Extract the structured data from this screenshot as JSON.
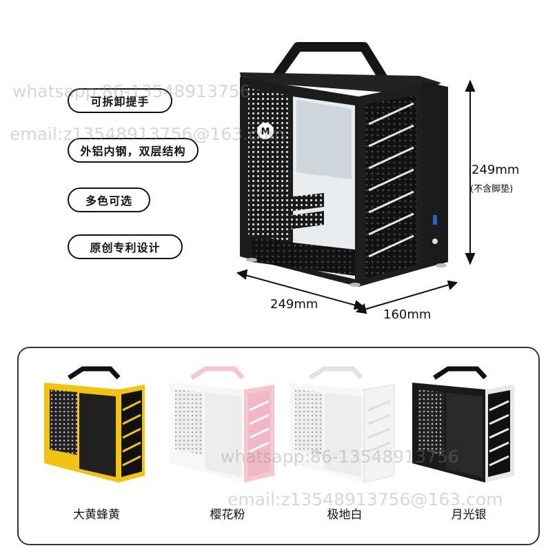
{
  "features": [
    "可拆卸提手",
    "外铝内钢，双层结构",
    "多色可选",
    "原创专利设计"
  ],
  "dimensions": {
    "height": "249mm",
    "height_note": "(不含脚垫)",
    "width": "249mm",
    "depth": "160mm"
  },
  "variants": [
    {
      "label": "大黄蜂黄",
      "color": "#f2c40f"
    },
    {
      "label": "樱花粉",
      "color": "#f5c6d0"
    },
    {
      "label": "极地白",
      "color": "#f2f2f2"
    },
    {
      "label": "月光银",
      "color": "#d9d9d9"
    }
  ],
  "watermarks": {
    "whatsapp": "whatsapp:86-13548913756",
    "email": "email:z13548913756@163.com"
  }
}
